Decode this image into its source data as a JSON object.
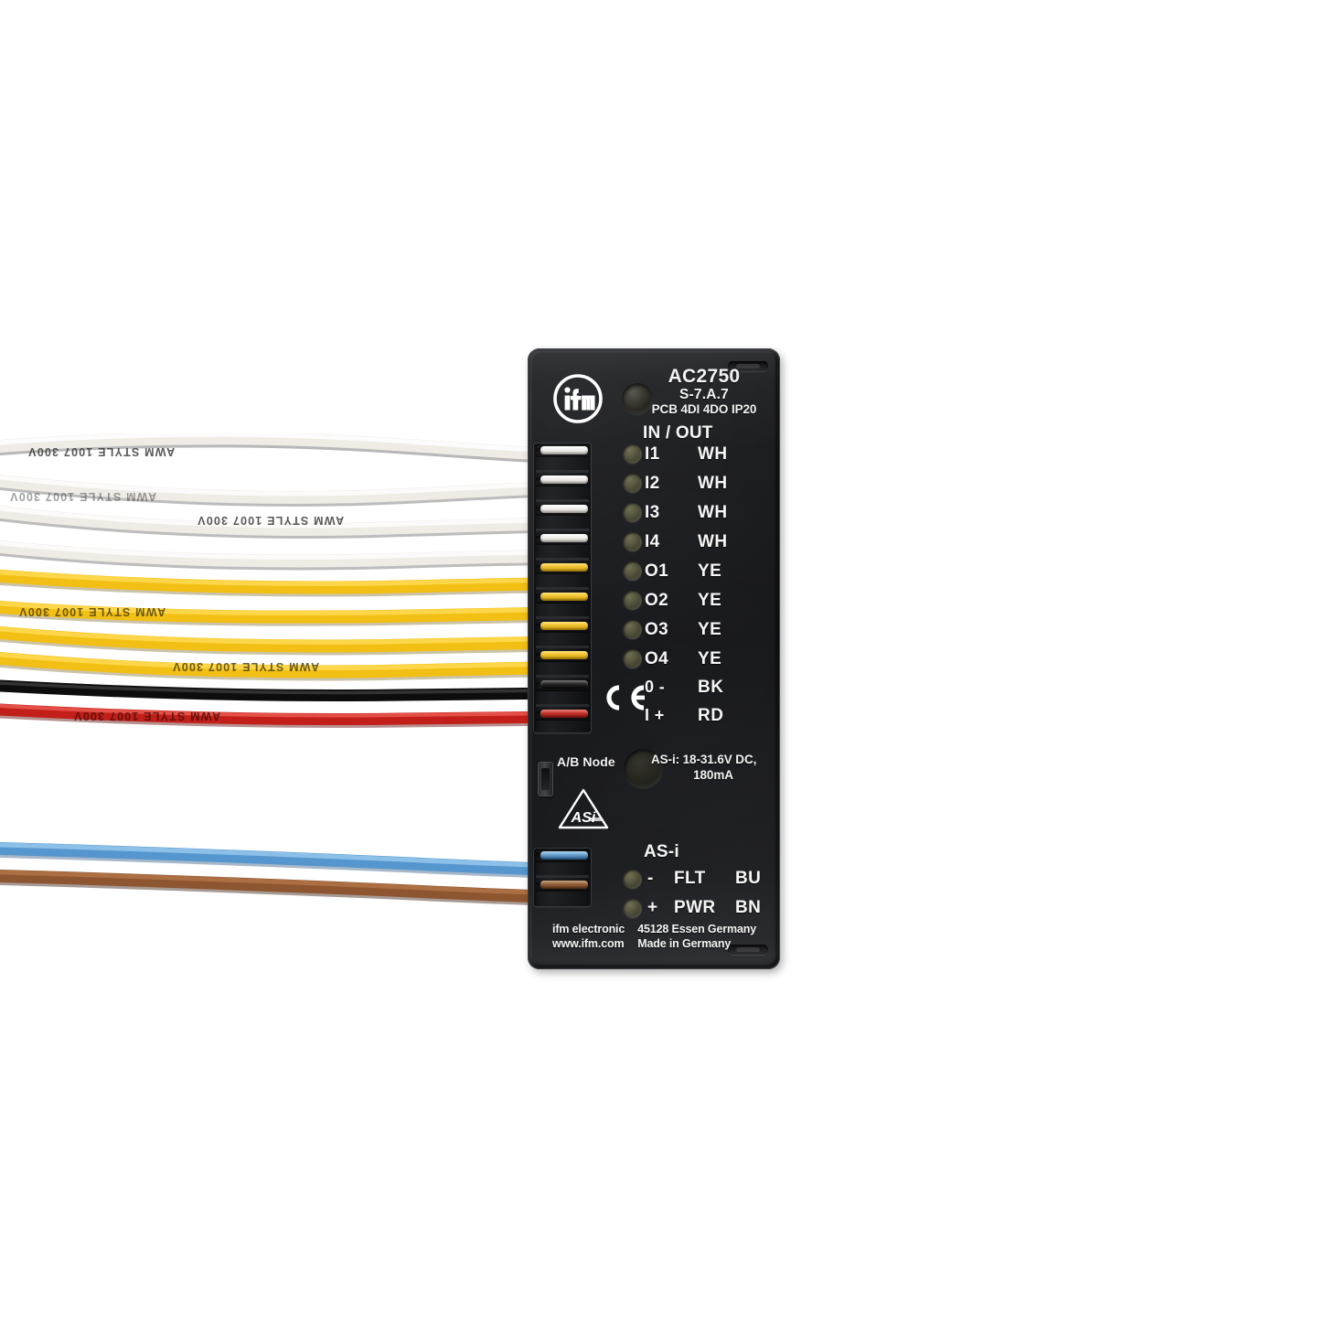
{
  "device": {
    "brand": "ifm",
    "brand_logo": "ifm-circle-logo",
    "model": "AC2750",
    "variant": "S-7.A.7",
    "description": "PCB 4DI 4DO IP20",
    "ce_mark": "CE",
    "asi_logo": "asi-triangle-logo",
    "ab_node_label": "A/B Node",
    "supply_spec_line1": "AS-i: 18-31.6V DC,",
    "supply_spec_line2": "180mA",
    "body_color": "#17181b"
  },
  "io_section": {
    "title": "IN / OUT",
    "rows": [
      {
        "channel": "I1",
        "color_code": "WH",
        "wire_color": "#f2efe9",
        "led": "led-indicator"
      },
      {
        "channel": "I2",
        "color_code": "WH",
        "wire_color": "#f2efe9",
        "led": "led-indicator"
      },
      {
        "channel": "I3",
        "color_code": "WH",
        "wire_color": "#f2efe9",
        "led": "led-indicator"
      },
      {
        "channel": "I4",
        "color_code": "WH",
        "wire_color": "#f2efe9",
        "led": "led-indicator"
      },
      {
        "channel": "O1",
        "color_code": "YE",
        "wire_color": "#f5c416",
        "led": "led-indicator"
      },
      {
        "channel": "O2",
        "color_code": "YE",
        "wire_color": "#f5c416",
        "led": "led-indicator"
      },
      {
        "channel": "O3",
        "color_code": "YE",
        "wire_color": "#f5c416",
        "led": "led-indicator"
      },
      {
        "channel": "O4",
        "color_code": "YE",
        "wire_color": "#f5c416",
        "led": "led-indicator"
      },
      {
        "channel": "0 -",
        "color_code": "BK",
        "wire_color": "#141414",
        "led": "none"
      },
      {
        "channel": "I +",
        "color_code": "RD",
        "wire_color": "#c4201c",
        "led": "none"
      }
    ]
  },
  "asi_section": {
    "title": "AS-i",
    "rows": [
      {
        "sign": "-",
        "function": "FLT",
        "color_code": "BU",
        "wire_color": "#5a9bd4",
        "led": "led-indicator"
      },
      {
        "sign": "+",
        "function": "PWR",
        "color_code": "BN",
        "wire_color": "#9a5c32",
        "led": "led-indicator"
      }
    ]
  },
  "footer": {
    "company": "ifm electronic",
    "website": "www.ifm.com",
    "address": "45128 Essen   Germany",
    "origin": "Made in Germany"
  },
  "wire_markings": {
    "white_1": "AWM STYLE 1007 300V",
    "white_3": "AWM STYLE 1007 300V",
    "yellow_2": "AWM STYLE 1007 300V",
    "yellow_4": "AWM STYLE 1007 300V",
    "red": "AWM STYLE 1007 300V"
  }
}
